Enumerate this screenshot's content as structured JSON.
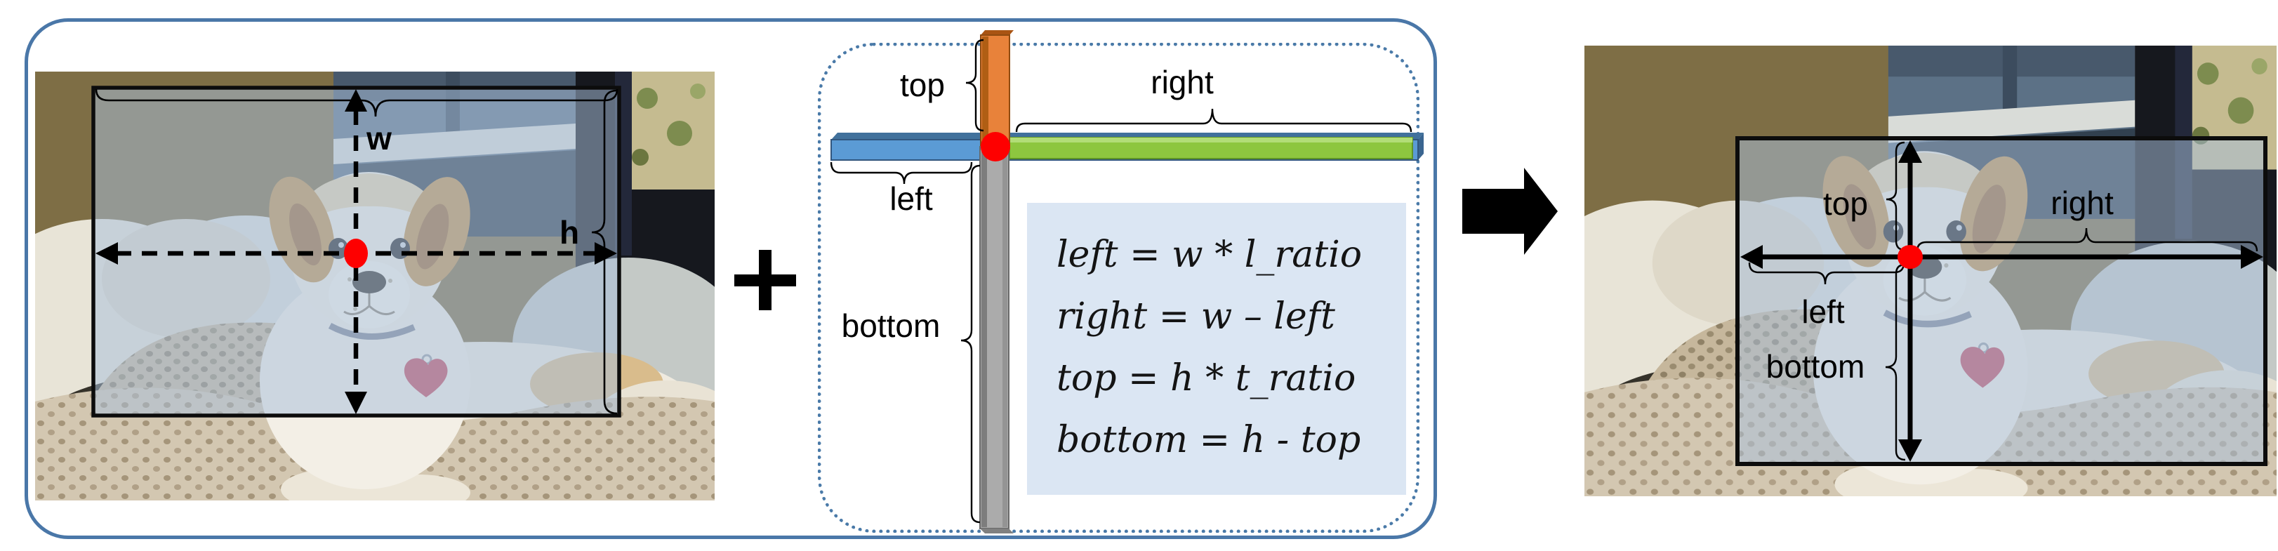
{
  "figure": {
    "left_panel": {
      "width_label": "w",
      "height_label": "h"
    },
    "operator_plus": "+",
    "middle_panel": {
      "top_label": "top",
      "right_label": "right",
      "left_label": "left",
      "bottom_label": "bottom",
      "formula_lines": [
        "left = w * l_ratio",
        "right = w – left",
        "top = h * t_ratio",
        "bottom = h - top"
      ]
    },
    "right_panel": {
      "top_label": "top",
      "right_label": "right",
      "left_label": "left",
      "bottom_label": "bottom"
    },
    "colors": {
      "container_border": "#4a77a8",
      "dashed_border": "#4a7aa8",
      "formula_bg": "#dbe6f3",
      "bar_top": "#e8823a",
      "bar_left": "#5b9bd5",
      "bar_right": "#8dc63f",
      "bar_bottom": "#ababab",
      "center_dot": "#fe0000",
      "bbox_overlay": "#a8c0da",
      "annotation": "#000000"
    }
  }
}
